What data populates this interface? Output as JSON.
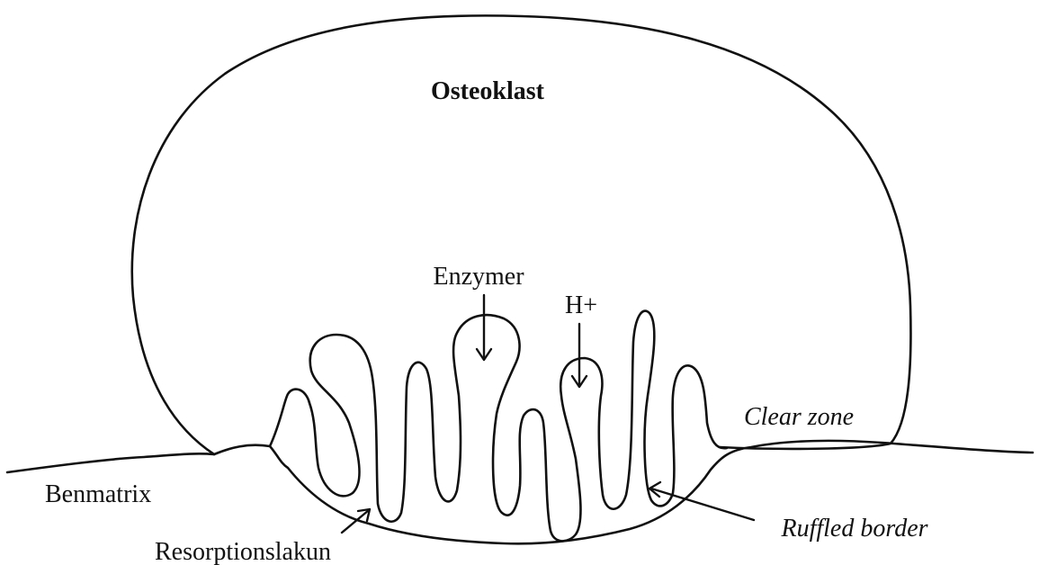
{
  "diagram": {
    "labels": {
      "cell": "Osteoklast",
      "enzymes": "Enzymer",
      "protons": "H+",
      "clear_zone": "Clear zone",
      "bone_matrix": "Benmatrix",
      "resorption_lacuna": "Resorptionslakun",
      "ruffled_border": "Ruffled border"
    }
  }
}
